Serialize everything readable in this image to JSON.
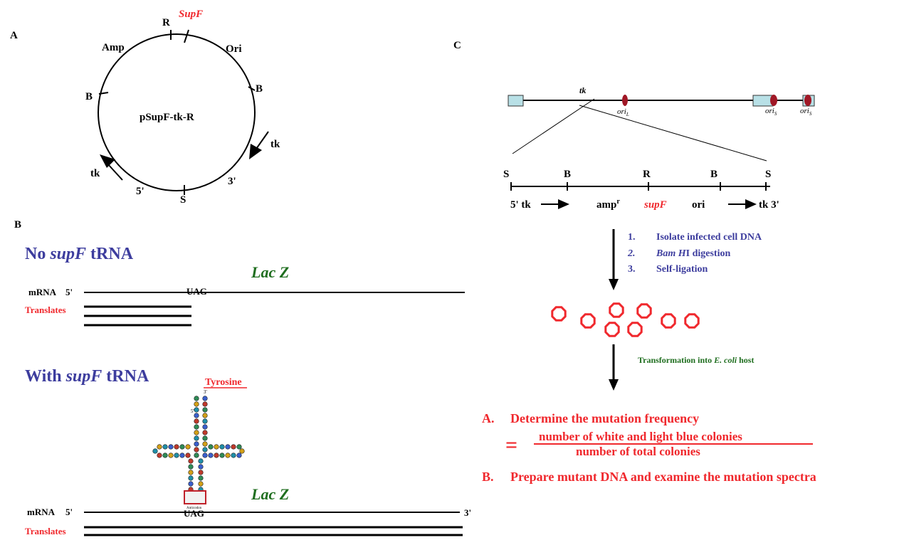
{
  "panel_labels": {
    "a": "A",
    "b": "B",
    "c": "C"
  },
  "plasmid": {
    "name": "pSupF-tk-R",
    "amp": "Amp",
    "ori": "Ori",
    "r": "R",
    "supf": "SupF",
    "b_left": "B",
    "b_right": "B",
    "tk_left": "tk",
    "tk_right": "tk",
    "five_prime": "5'",
    "s": "S",
    "three_prime": "3'"
  },
  "panel_b": {
    "no_supf_title_pre": "No ",
    "no_supf_title_em": "supF",
    "no_supf_title_post": " tRNA",
    "lacz": "Lac Z",
    "mrna": "mRNA",
    "five_prime": "5'",
    "uag": "UAG",
    "translates": "Translates",
    "with_supf_title_pre": "With ",
    "with_supf_title_em": "supF",
    "with_supf_title_post": " tRNA",
    "tyrosine": "Tyrosine",
    "anticodon": "Anticodon",
    "lacz2": "Lac Z",
    "mrna2": "mRNA",
    "five_prime2": "5'",
    "uag2": "UAG",
    "three_prime2": "3'",
    "translates2": "Translates",
    "trna_5": "5'",
    "trna_3": "3'"
  },
  "panel_c": {
    "tk": "tk",
    "ori_l": "ori",
    "ori_l_sub": "L",
    "ori_s1": "ori",
    "ori_s1_sub": "S",
    "ori_s2": "ori",
    "ori_s2_sub": "S",
    "map_sites": [
      "S",
      "B",
      "R",
      "B",
      "S"
    ],
    "map_5": "5' tk",
    "ampr": "amp",
    "ampr_sup": "r",
    "supf": "supF",
    "ori": "ori",
    "map_3": "tk 3'",
    "steps": [
      {
        "num": "1.",
        "pre": "",
        "em": "",
        "post": "Isolate infected cell DNA"
      },
      {
        "num": "2.",
        "pre": "",
        "em": "Bam H",
        "post": "I digestion"
      },
      {
        "num": "3.",
        "pre": "",
        "em": "",
        "post": "Self-ligation"
      }
    ],
    "transformation_pre": "Transformation into ",
    "transformation_em": "E. coli",
    "transformation_post": " host",
    "result_a_label": "A.",
    "result_a_text": "Determine the mutation frequency",
    "equals": "=",
    "numerator": "number of white and light blue colonies",
    "denominator": "number of total colonies",
    "result_b_label": "B.",
    "result_b_text": "Prepare mutant DNA and examine the mutation spectra"
  },
  "colors": {
    "blue_title": "#3d3d9e",
    "green": "#1f6e1f",
    "red": "#f0282d",
    "box_fill": "#b8e0e6",
    "ori_fill": "#a01826"
  }
}
